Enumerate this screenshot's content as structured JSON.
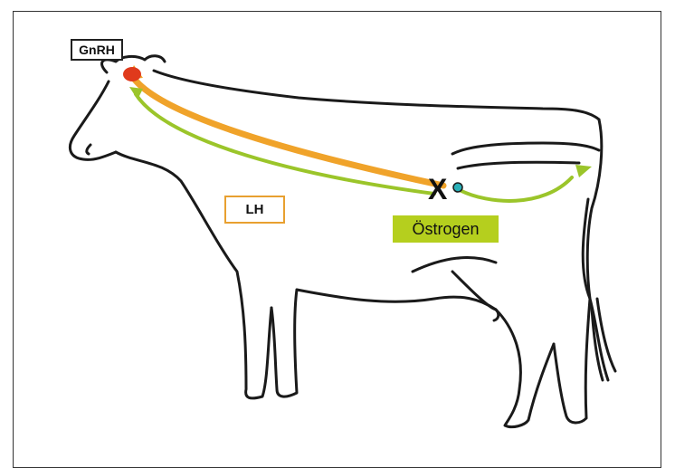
{
  "labels": {
    "gnrh": "GnRH",
    "lh": "LH",
    "oestrogen": "Östrogen",
    "ovary_marker": "X"
  },
  "colors": {
    "gnrh_pathway": "#f0a32a",
    "lh_border": "#e8a030",
    "oestrogen_pathway": "#9bc52a",
    "oestrogen_label_bg": "#b5cf1e",
    "hypothalamus": "#e03a1c",
    "ovary": "#2ab0b8",
    "outline": "#1a1a1a"
  },
  "icons": {
    "animal": "cow-silhouette",
    "gland": "red-dot-hypothalamus",
    "ovary": "teal-dot-ovary"
  }
}
